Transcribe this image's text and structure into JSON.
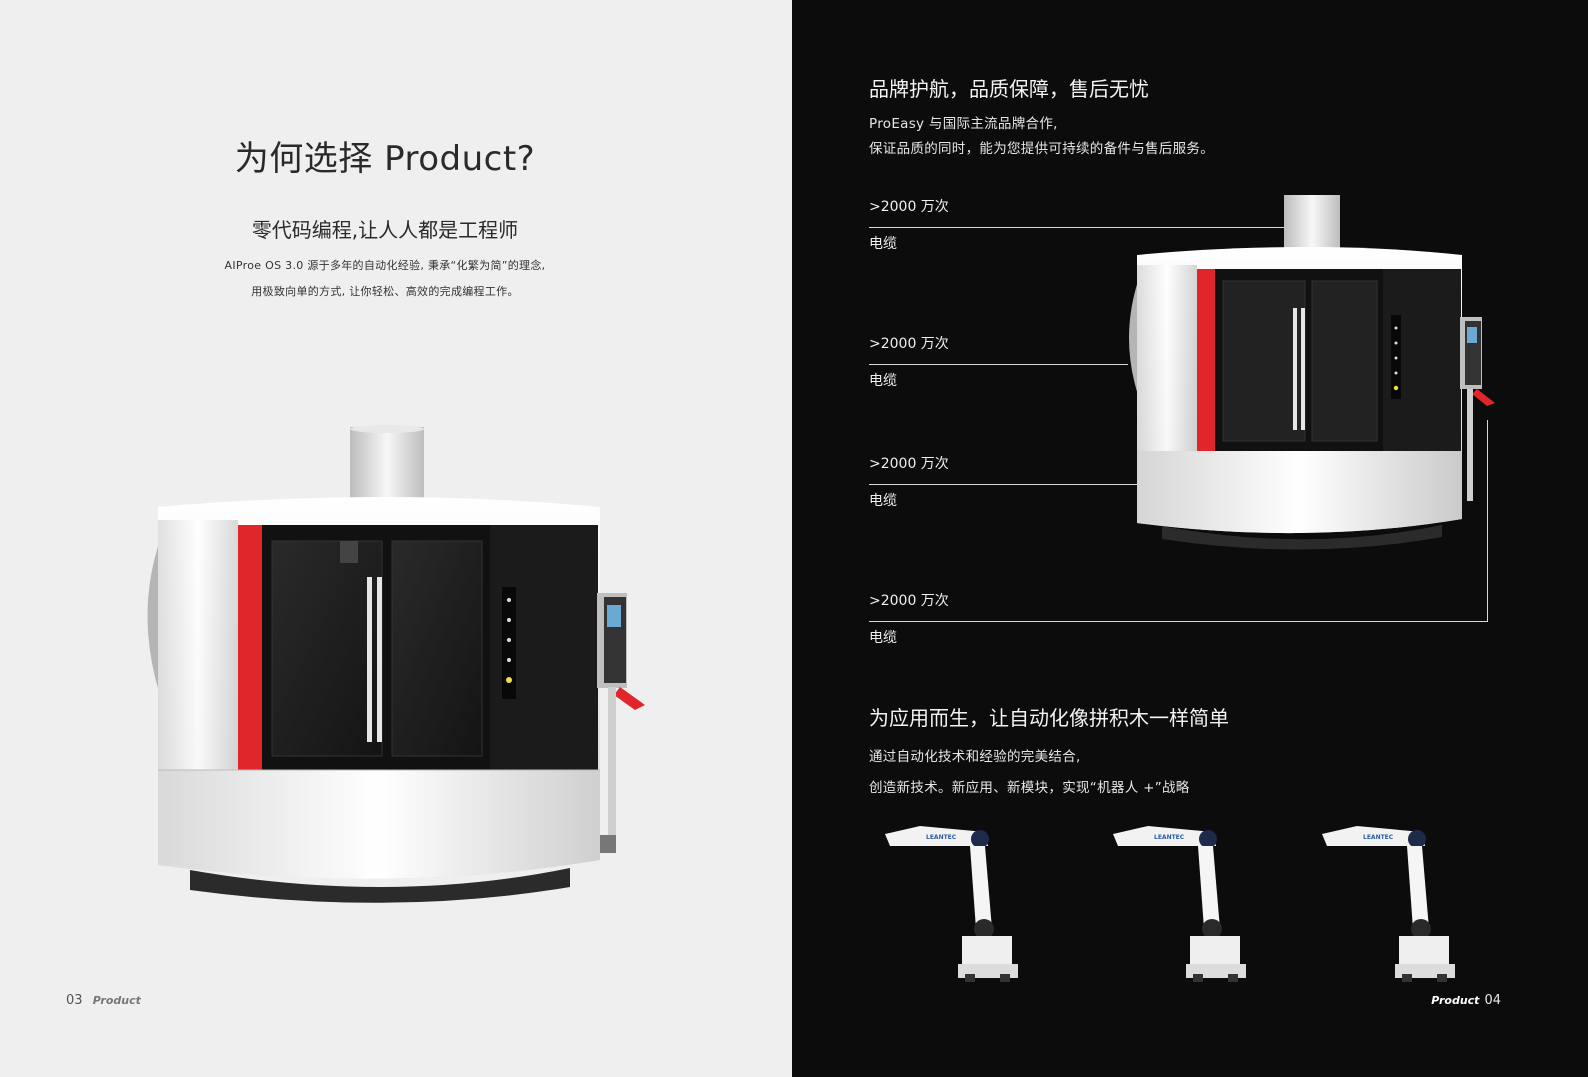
{
  "left_page": {
    "title": "为何选择 Product?",
    "subtitle": "零代码编程,让人人都是工程师",
    "description": [
      "AIProe OS 3.0 源于多年的自动化经验, 秉承“化繁为简”的理念,",
      "用极致向单的方式, 让你轻松、高效的完成编程工作。"
    ],
    "page_number": "03",
    "brand": "Product"
  },
  "right_page": {
    "heading1": "品牌护航，品质保障，售后无忧",
    "intro": [
      "ProEasy 与国际主流品牌合作,",
      "保证品质的同时，能为您提供可持续的备件与售后服务。"
    ],
    "specs": [
      {
        "value": ">2000 万次",
        "label": "电缆"
      },
      {
        "value": ">2000 万次",
        "label": "电缆"
      },
      {
        "value": ">2000 万次",
        "label": "电缆"
      },
      {
        "value": ">2000 万次",
        "label": "电缆"
      }
    ],
    "heading2": "为应用而生，让自动化像拼积木一样简单",
    "body": [
      "通过自动化技术和经验的完美结合,",
      "创造新技术。新应用、新模块，实现“机器人 +”战略"
    ],
    "robot_logo": "LEANTEC",
    "page_number": "04",
    "brand": "Product"
  },
  "colors": {
    "left_background": "#efefef",
    "right_background": "#0c0c0c",
    "accent_red": "#e0262b"
  }
}
